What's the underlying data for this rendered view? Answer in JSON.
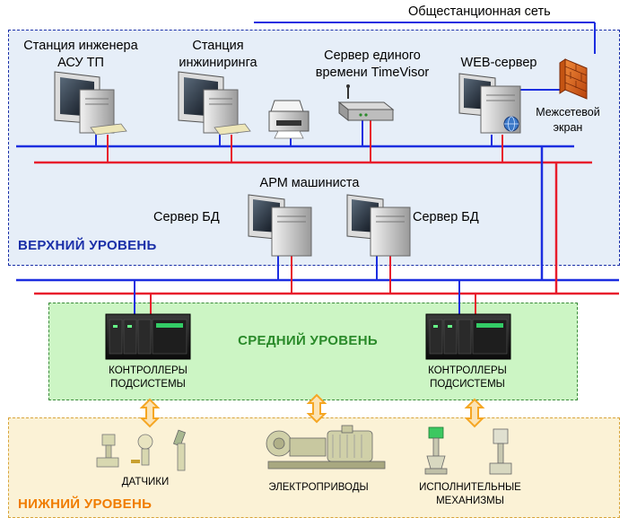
{
  "network": {
    "label": "Общестанционная сеть"
  },
  "zones": {
    "upper": {
      "title": "ВЕРХНИЙ УРОВЕНЬ",
      "color": "#1a2fa8"
    },
    "middle": {
      "title": "СРЕДНИЙ УРОВЕНЬ",
      "color": "#2a8a2a"
    },
    "lower": {
      "title": "НИЖНИЙ УРОВЕНЬ",
      "color": "#f07c00"
    }
  },
  "upper_nodes": {
    "engineer_station": {
      "line1": "Станция инженера",
      "line2": "АСУ ТП",
      "icon": "workstation-icon"
    },
    "engineering_station": {
      "line1": "Станция",
      "line2": "инжиниринга",
      "icon": "workstation-icon"
    },
    "printer": {
      "icon": "printer-icon"
    },
    "time_server": {
      "line1": "Сервер единого",
      "line2": "времени TimeVisor",
      "icon": "router-icon"
    },
    "web_server": {
      "label": "WEB-сервер",
      "icon": "server-icon"
    },
    "firewall": {
      "line1": "Межсетевой",
      "line2": "экран",
      "icon": "brick-wall-icon"
    },
    "operator_ws": {
      "label": "АРМ машиниста"
    },
    "db_server_left": {
      "label": "Сервер БД",
      "icon": "server-icon"
    },
    "db_server_right": {
      "label": "Сервер БД",
      "icon": "server-icon"
    }
  },
  "controllers": {
    "left": {
      "line1": "КОНТРОЛЛЕРЫ",
      "line2": "ПОДСИСТЕМЫ",
      "icon": "plc-rack-icon"
    },
    "right": {
      "line1": "КОНТРОЛЛЕРЫ",
      "line2": "ПОДСИСТЕМЫ",
      "icon": "plc-rack-icon"
    }
  },
  "lower_nodes": {
    "sensors": {
      "label": "ДАТЧИКИ",
      "icon": "sensor-icon"
    },
    "drives": {
      "label": "ЭЛЕКТРОПРИВОДЫ",
      "icon": "motor-pump-icon"
    },
    "actuators": {
      "line1": "ИСПОЛНИТЕЛЬНЫЕ",
      "line2": "МЕХАНИЗМЫ",
      "icon": "valve-icon"
    }
  },
  "colors": {
    "bus_blue": "#1c2ee0",
    "bus_red": "#e81c2c",
    "arrow_orange": "#f5a623"
  }
}
